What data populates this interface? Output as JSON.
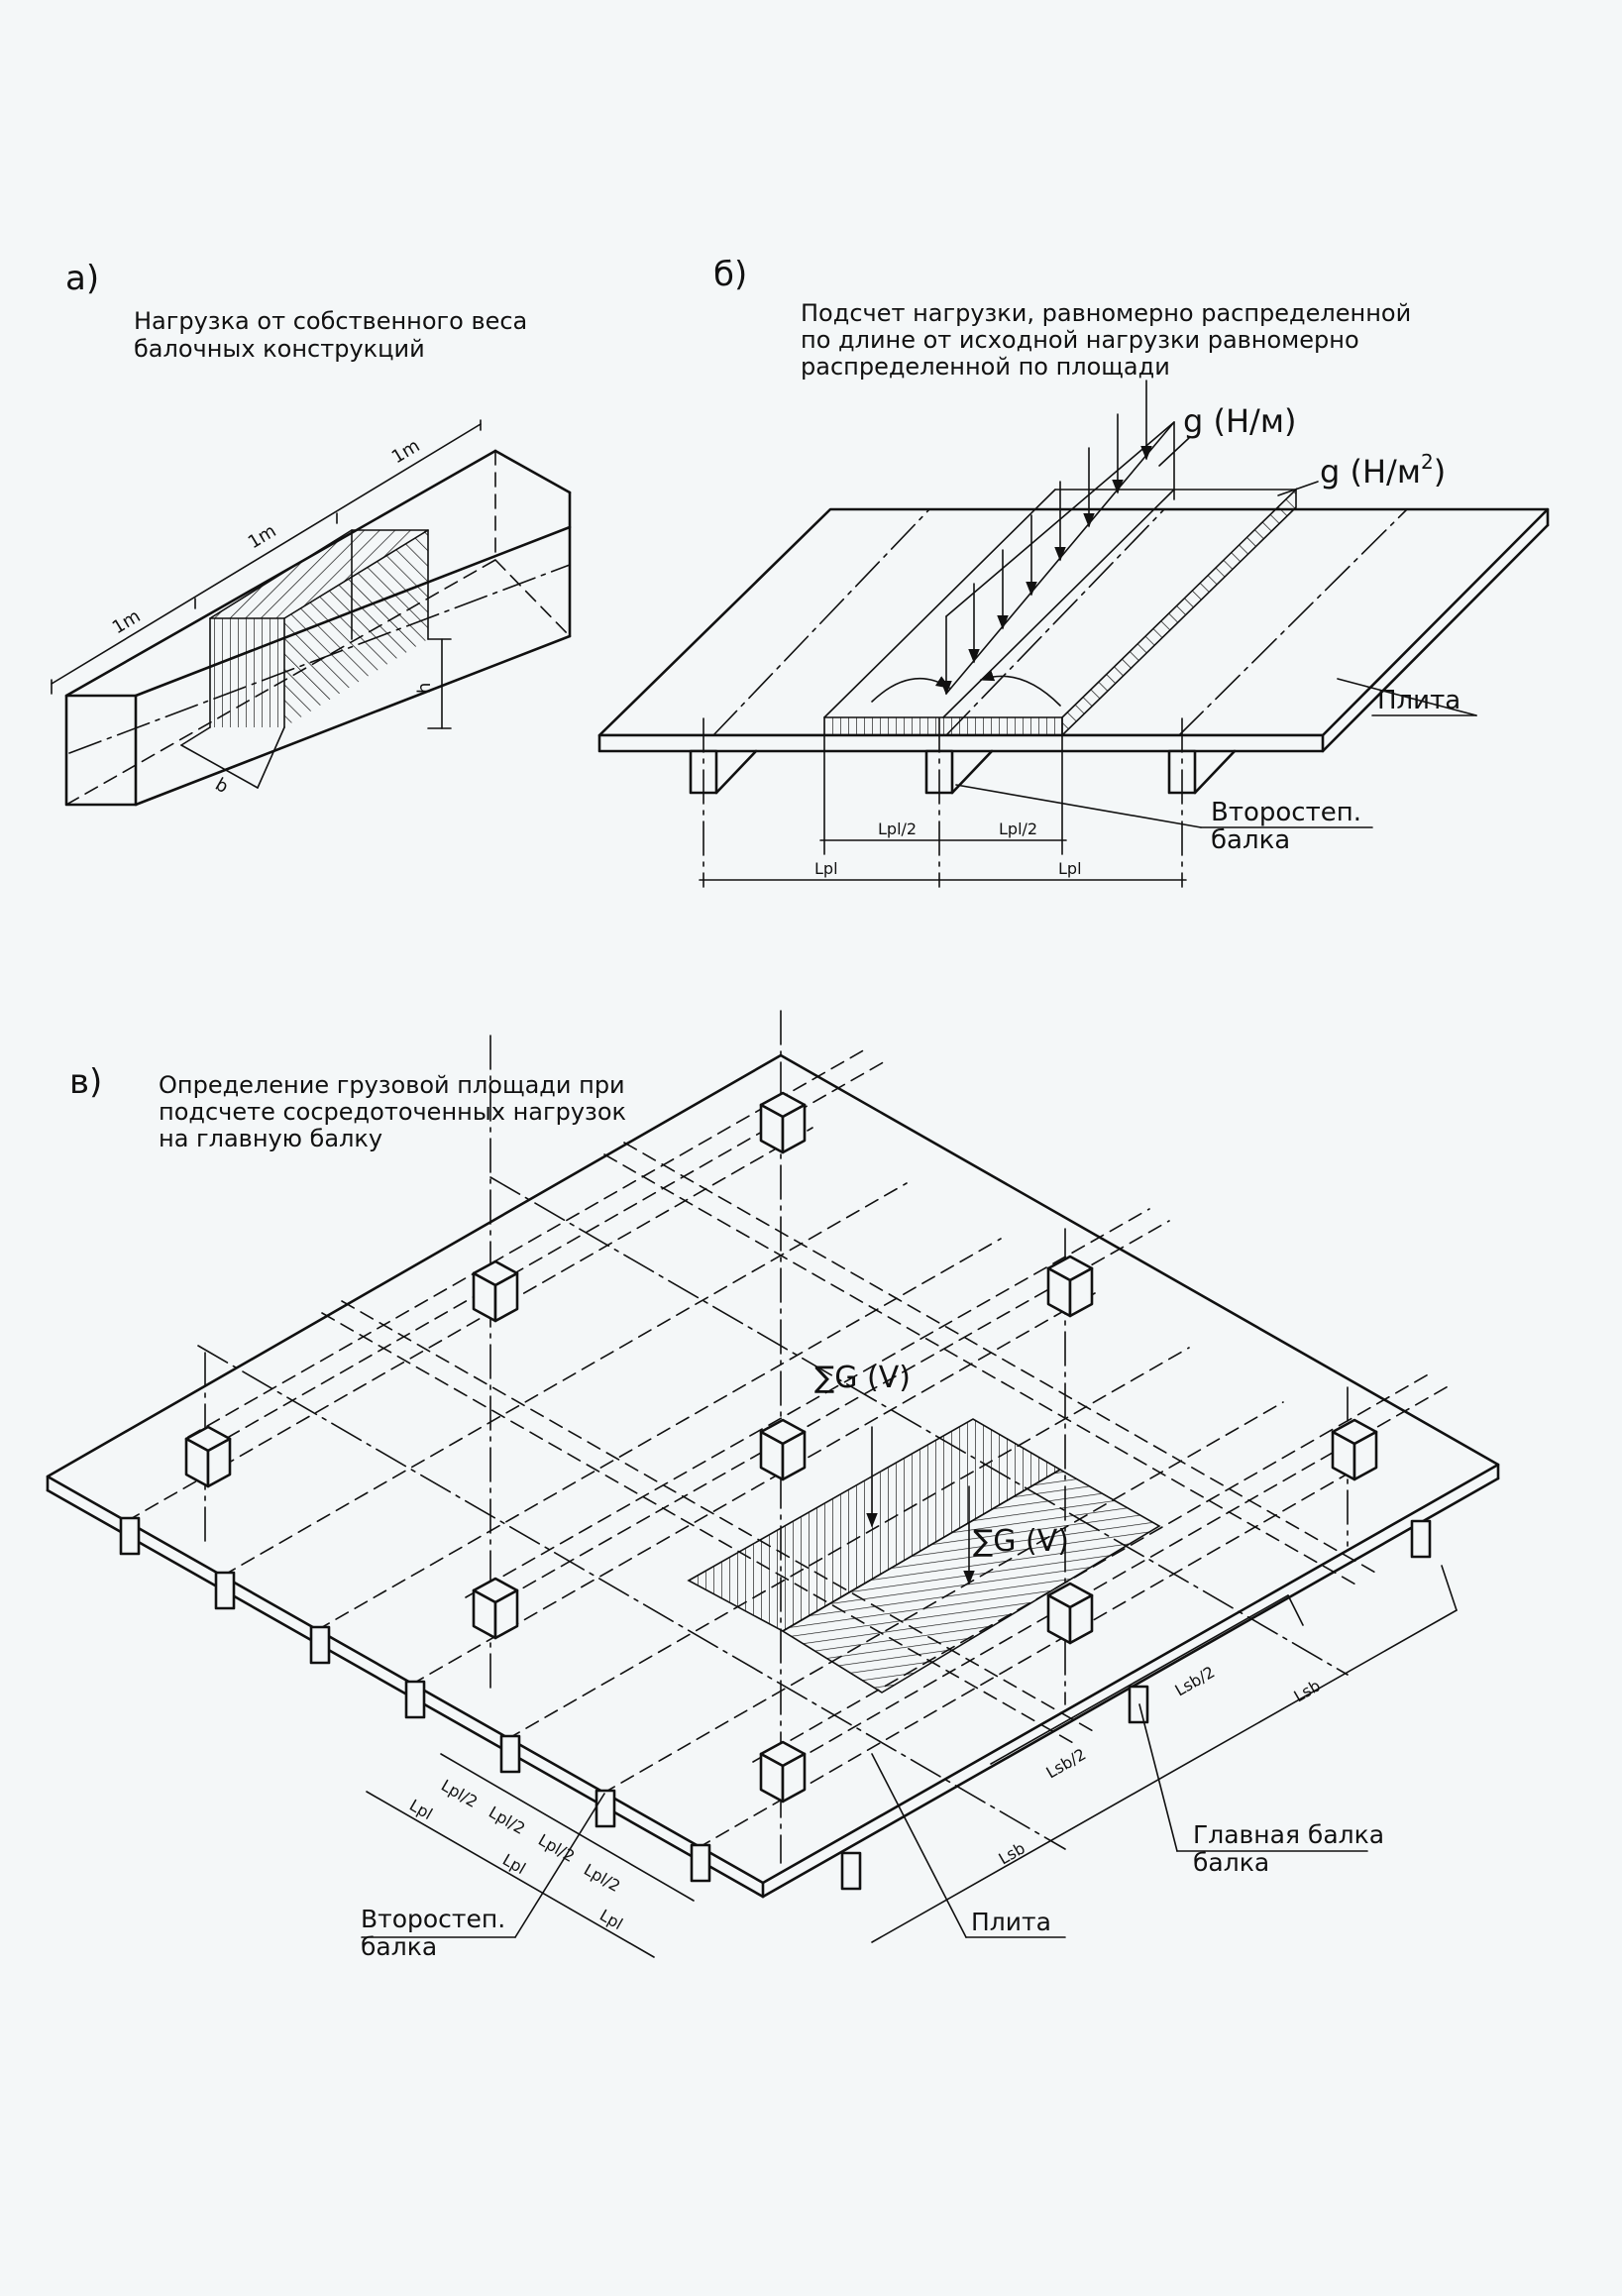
{
  "panel_a": {
    "letter": "а)",
    "caption_line1": "Нагрузка от собственного веса",
    "caption_line2": "балочных конструкций",
    "dim_1m_left": "1m",
    "dim_1m_mid": "1m",
    "dim_1m_right": "1m",
    "dim_h": "h",
    "dim_b": "b"
  },
  "panel_b": {
    "letter": "б)",
    "caption_line1": "Подсчет нагрузки, равномерно распределенной",
    "caption_line2": "по длине от исходной нагрузки равномерно",
    "caption_line3": "распределенной по площади",
    "load_line": "g (Н/м)",
    "load_area_base": "g (Н/м",
    "load_area_sup": "2",
    "load_area_end": ")",
    "label_slab": "Плита",
    "label_secondary_line1": "Второстеп.",
    "label_secondary_line2": "балка",
    "dim_lpl_half_left": "Lpl/2",
    "dim_lpl_half_right": "Lpl/2",
    "dim_lpl_left": "Lpl",
    "dim_lpl_right": "Lpl"
  },
  "panel_c": {
    "letter": "в)",
    "caption_line1": "Определение грузовой площади при",
    "caption_line2": "подсчете сосредоточенных нагрузок",
    "caption_line3": "на главную балку",
    "force_1": "∑G (V)",
    "force_2": "∑G (V)",
    "label_main_line1": "Главная балка",
    "label_main_line2": "балка",
    "label_secondary_line1": "Второстеп.",
    "label_secondary_line2": "балка",
    "label_slab": "Плита",
    "dim_lsb_half_a": "Lsb/2",
    "dim_lsb_a": "Lsb",
    "dim_lsb_half_b": "Lsb/2",
    "dim_lsb_b": "Lsb",
    "dim_lpl_1": "Lpl",
    "dim_lpl_half_1": "Lpl/2",
    "dim_lpl_half_2": "Lpl/2",
    "dim_lpl_2": "Lpl",
    "dim_lpl_half_3": "Lpl/2",
    "dim_lpl_half_4": "Lpl/2",
    "dim_lpl_3": "Lpl"
  }
}
